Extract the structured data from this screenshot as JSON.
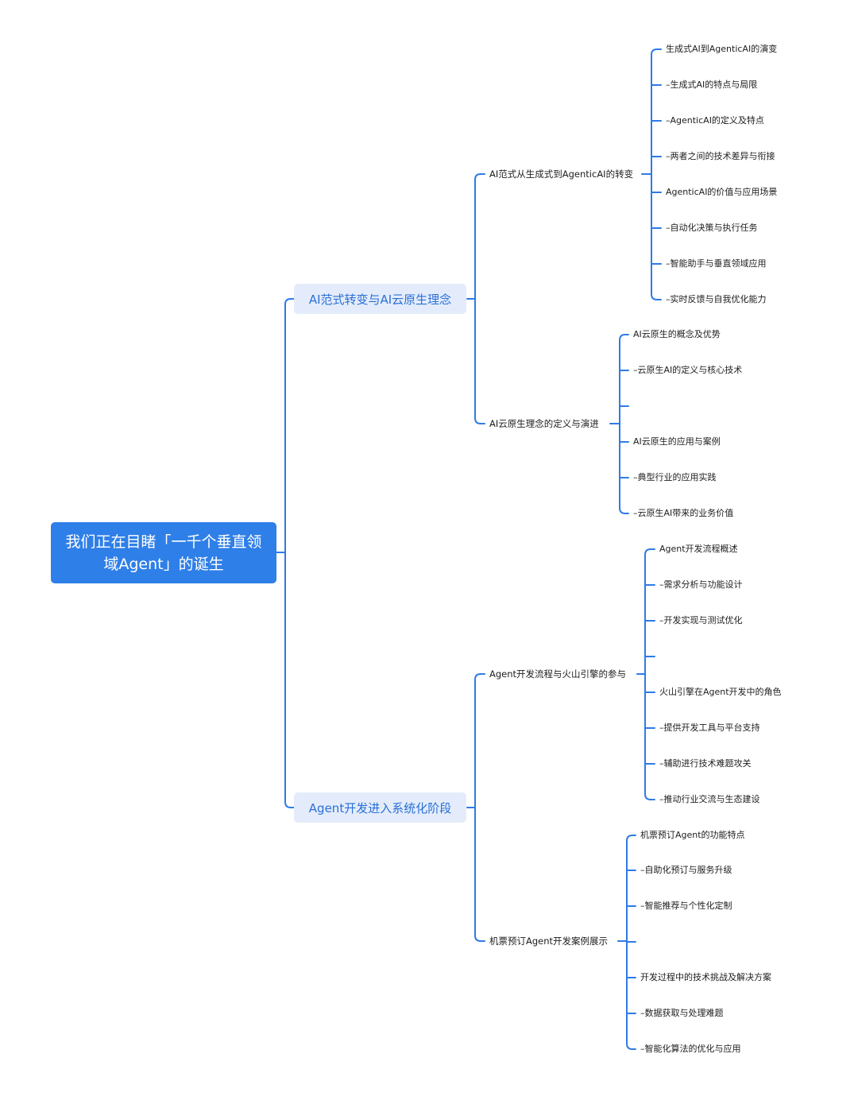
{
  "root": {
    "title": "我们正在目睹「一千个垂直领域Agent」的诞生"
  },
  "branches": [
    {
      "label": "AI范式转变与AI云原生理念",
      "children": [
        {
          "label": "AI范式从生成式到AgenticAI的转变",
          "leaves": [
            "生成式AI到AgenticAI的演变",
            "–生成式AI的特点与局限",
            "–AgenticAI的定义及特点",
            "–两者之间的技术差异与衔接",
            "AgenticAI的价值与应用场景",
            "–自动化决策与执行任务",
            "–智能助手与垂直领域应用",
            "–实时反馈与自我优化能力"
          ]
        },
        {
          "label": "AI云原生理念的定义与演进",
          "leaves": [
            "AI云原生的概念及优势",
            "–云原生AI的定义与核心技术",
            "",
            "AI云原生的应用与案例",
            "–典型行业的应用实践",
            "–云原生AI带来的业务价值"
          ]
        }
      ]
    },
    {
      "label": "Agent开发进入系统化阶段",
      "children": [
        {
          "label": "Agent开发流程与火山引擎的参与",
          "leaves": [
            "Agent开发流程概述",
            "–需求分析与功能设计",
            "–开发实现与测试优化",
            "",
            "火山引擎在Agent开发中的角色",
            "–提供开发工具与平台支持",
            "–辅助进行技术难题攻关",
            "–推动行业交流与生态建设"
          ]
        },
        {
          "label": "机票预订Agent开发案例展示",
          "leaves": [
            "机票预订Agent的功能特点",
            "–自助化预订与服务升级",
            "–智能推荐与个性化定制",
            "",
            "开发过程中的技术挑战及解决方案",
            "–数据获取与处理难题",
            "–智能化算法的优化与应用"
          ]
        }
      ]
    }
  ]
}
